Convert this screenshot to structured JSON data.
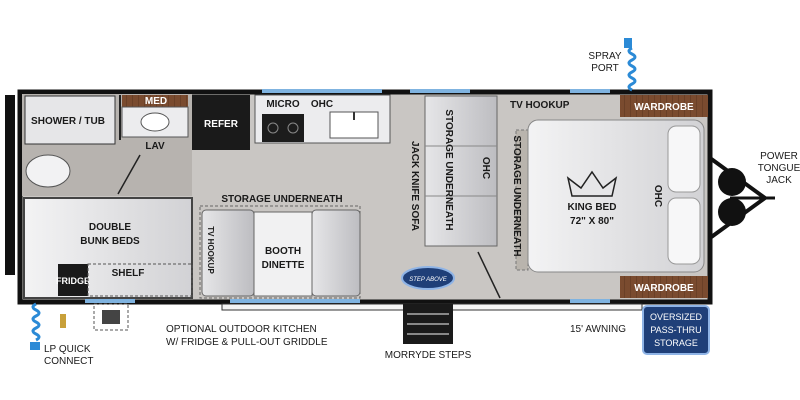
{
  "labels": {
    "spray_port_1": "SPRAY",
    "spray_port_2": "PORT",
    "shower_tub": "SHOWER / TUB",
    "med": "MED",
    "lav": "LAV",
    "refer": "REFER",
    "micro": "MICRO",
    "ohc_kitchen": "OHC",
    "tv_hookup": "TV HOOKUP",
    "wardrobe_top": "WARDROBE",
    "wardrobe_bottom": "WARDROBE",
    "power_jack_1": "POWER",
    "power_jack_2": "TONGUE",
    "power_jack_3": "JACK",
    "jack_knife_sofa": "JACK KNIFE SOFA",
    "storage_under_sofa": "STORAGE UNDERNEATH",
    "ohc_sofa": "OHC",
    "storage_under_bed": "STORAGE UNDERNEATH",
    "king_bed": "KING BED",
    "bed_size": "72\" X 80\"",
    "ohc_bed": "OHC",
    "storage_under_dinette": "STORAGE UNDERNEATH",
    "tv_hookup_dinette": "TV HOOKUP",
    "booth_1": "BOOTH",
    "booth_2": "DINETTE",
    "double_bunk_1": "DOUBLE",
    "double_bunk_2": "BUNK BEDS",
    "fridge": "FRIDGE",
    "shelf": "SHELF",
    "step_above": "STEP ABOVE",
    "lp_1": "LP QUICK",
    "lp_2": "CONNECT",
    "outdoor_kitchen_1": "OPTIONAL OUTDOOR KITCHEN",
    "outdoor_kitchen_2": "W/ FRIDGE & PULL-OUT GRIDDLE",
    "morryde": "MORRYDE STEPS",
    "awning": "15' AWNING",
    "pass_thru_1": "OVERSIZED",
    "pass_thru_2": "PASS-THRU",
    "pass_thru_3": "STORAGE"
  },
  "colors": {
    "wall": "#111111",
    "floor": "#c9c6c3",
    "fixture": "#d8d8da",
    "cabinet": "#8a5a3c",
    "window": "#6fa8dc",
    "badge": "#1f3f78",
    "bed": "#e4e4e6",
    "spring": "#2b8ad6"
  }
}
